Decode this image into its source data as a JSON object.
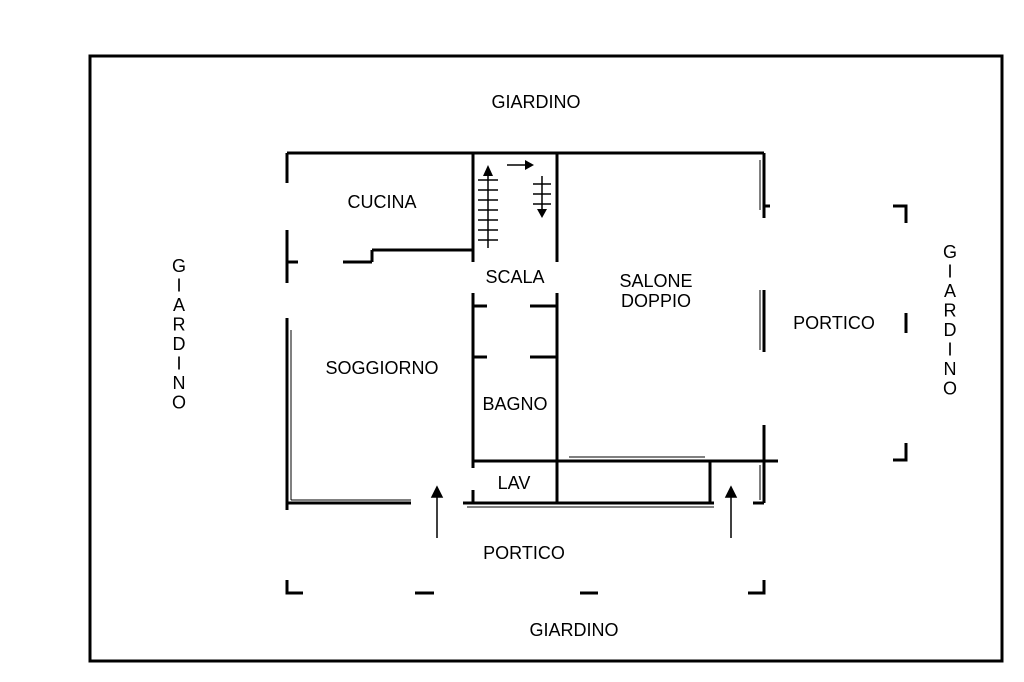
{
  "labels": {
    "garden_top": "GIARDINO",
    "garden_bottom": "GIARDINO",
    "garden_left": "GIARDINO",
    "garden_right": "GIARDINO",
    "kitchen": "CUCINA",
    "stairs": "SCALA",
    "living_room": "SOGGIORNO",
    "bathroom": "BAGNO",
    "laundry": "LAV",
    "salon_line1": "SALONE",
    "salon_line2": "DOPPIO",
    "porch_right": "PORTICO",
    "porch_bottom": "PORTICO"
  },
  "colors": {
    "line": "#000000",
    "background": "#ffffff"
  }
}
